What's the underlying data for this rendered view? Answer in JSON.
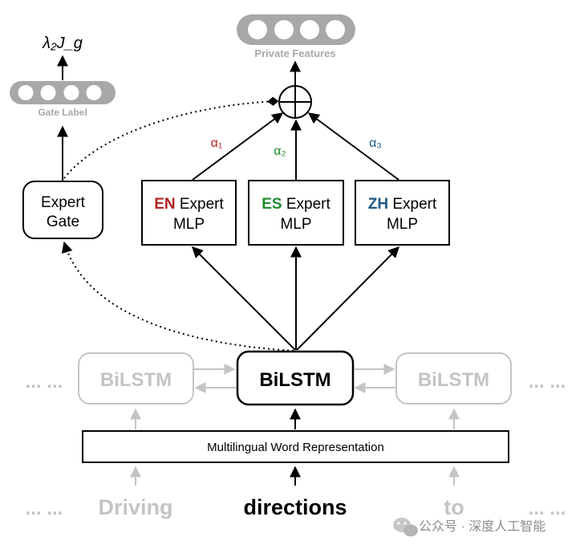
{
  "top": {
    "private_features_label": "Private Features",
    "gate_label": "Gate Label",
    "loss_formula": "λ₂J_g"
  },
  "experts": {
    "gate": {
      "line1": "Expert",
      "line2": "Gate"
    },
    "en": {
      "lang": "EN",
      "word": " Expert",
      "line2": "MLP",
      "alpha": "α₁",
      "color": "#b22222"
    },
    "es": {
      "lang": "ES",
      "word": " Expert",
      "line2": "MLP",
      "alpha": "α₂",
      "color": "#1e8c2e"
    },
    "zh": {
      "lang": "ZH",
      "word": " Expert",
      "line2": "MLP",
      "alpha": "α₃",
      "color": "#1f5a8a"
    }
  },
  "bilstm": {
    "left": "BiLSTM",
    "center": "BiLSTM",
    "right": "BiLSTM",
    "left_ellipsis": "... ...",
    "right_ellipsis": "... ..."
  },
  "representation": {
    "label": "Multilingual Word Representation"
  },
  "words": {
    "left_ellipsis": "... ...",
    "left": "Driving",
    "center": "directions",
    "right": "to",
    "right_ellipsis": "... ..."
  },
  "watermark": {
    "text": "公众号 · 深度人工智能"
  },
  "colors": {
    "dim": "#c4c4c4",
    "pill": "#a8a8a8",
    "ink": "#000000"
  }
}
